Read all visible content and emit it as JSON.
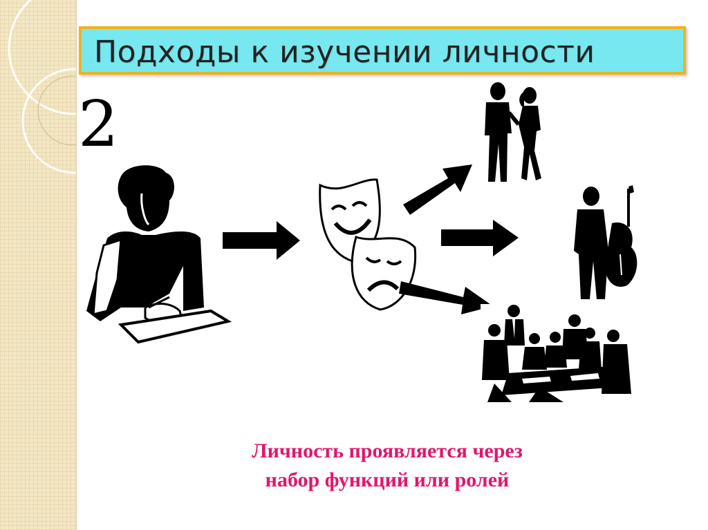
{
  "slide": {
    "title": "Подходы к изучении личности",
    "number": "2",
    "caption_line1": "Личность проявляется  через",
    "caption_line2": "набор функций или ролей"
  },
  "colors": {
    "title_bg": "#78e8f0",
    "title_border": "#f2b21b",
    "caption": "#e0176b",
    "sidebar": "#f3e7c4"
  },
  "icons": {
    "person": "writing-person-icon",
    "masks": "theatre-masks-icon",
    "couple": "couple-silhouette-icon",
    "musician": "double-bass-player-icon",
    "meeting": "business-meeting-icon"
  }
}
